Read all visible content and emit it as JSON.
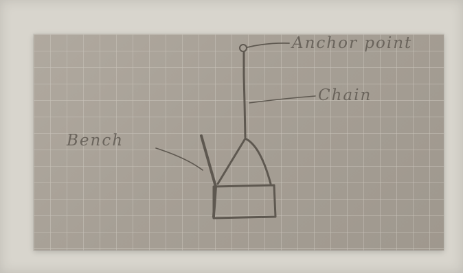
{
  "labels": {
    "anchor": "Anchor point",
    "chain": "Chain",
    "bench": "Bench"
  },
  "colors": {
    "paper": "#a69f95",
    "grid": "#c8c3ba",
    "pencil": "#5e5850",
    "border": "#d8d5cd"
  }
}
